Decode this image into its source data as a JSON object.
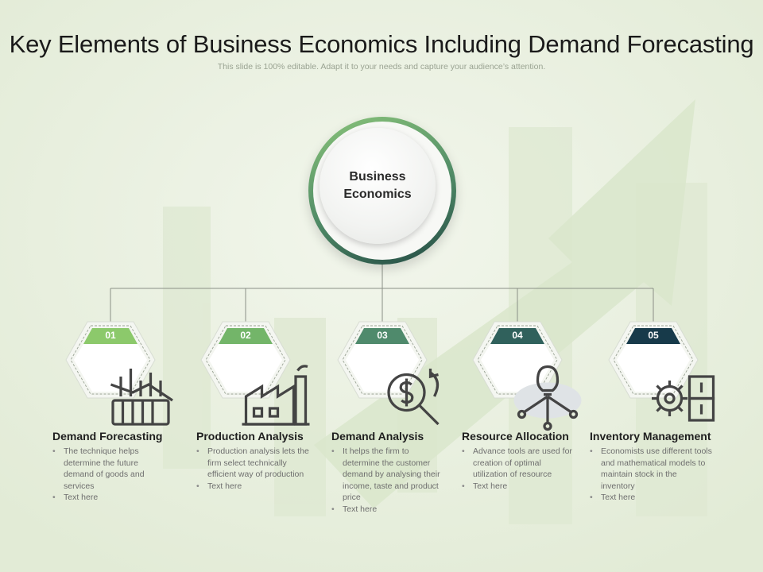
{
  "title": "Key Elements of Business Economics Including Demand Forecasting",
  "subtitle": "This slide is 100% editable. Adapt it to your needs and capture your audience’s attention.",
  "center": {
    "line1": "Business",
    "line2": "Economics"
  },
  "items": [
    {
      "number": "01",
      "icon": "bar-chart-icon",
      "color": "#8cc96b",
      "title": "Demand Forecasting",
      "bullets": [
        "The technique helps determine the future demand of goods and services",
        "Text here"
      ]
    },
    {
      "number": "02",
      "icon": "factory-icon",
      "color": "#73b569",
      "title": "Production Analysis",
      "bullets": [
        "Production analysis lets the firm select technically efficient way of production",
        "Text here"
      ]
    },
    {
      "number": "03",
      "icon": "magnifier-dollar-icon",
      "color": "#4f8a6c",
      "title": "Demand Analysis",
      "bullets": [
        "It helps the firm to determine the customer demand by analysing their income, taste and product price",
        "Text here"
      ]
    },
    {
      "number": "04",
      "icon": "lightbulb-network-icon",
      "color": "#30615c",
      "title": "Resource Allocation",
      "bullets": [
        "Advance tools are used for creation of optimal utilization of resource",
        "Text here"
      ]
    },
    {
      "number": "05",
      "icon": "gear-boxes-icon",
      "color": "#173a4a",
      "title": "Inventory Management",
      "bullets": [
        "Economists use different tools and mathematical models to maintain stock in the inventory",
        "Text here"
      ]
    }
  ]
}
